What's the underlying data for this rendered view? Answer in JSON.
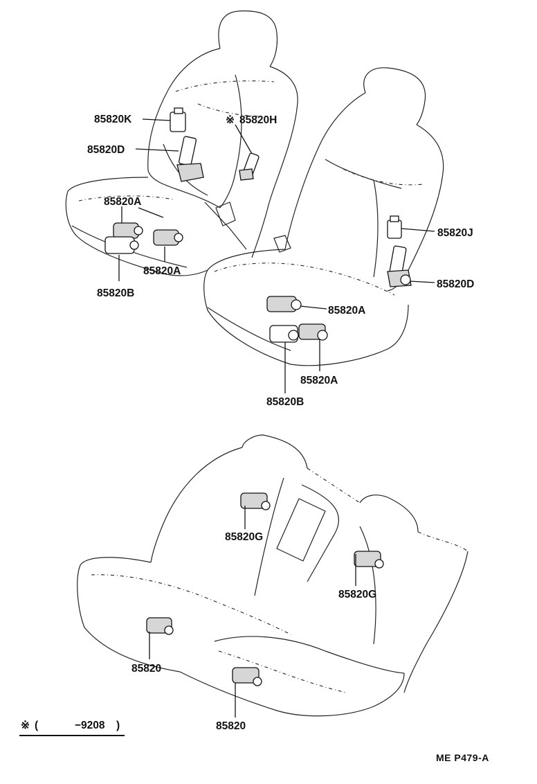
{
  "callouts": {
    "front_left_k": "85820K",
    "front_left_h": "85820H",
    "front_left_d": "85820D",
    "front_left_a_top": "85820A",
    "front_left_a_bottom": "85820A",
    "front_left_b": "85820B",
    "front_right_j": "85820J",
    "front_right_d": "85820D",
    "front_right_a_upper": "85820A",
    "front_right_a_lower": "85820A",
    "front_right_b": "85820B",
    "rear_g_left": "85820G",
    "rear_g_right": "85820G",
    "rear_center_left": "85820",
    "rear_center_right": "85820"
  },
  "footnote": {
    "symbol": "※",
    "open": "(",
    "range": "−9208",
    "close": ")"
  },
  "h_marker_symbol": "※",
  "figure_ref": "ME P479-A"
}
